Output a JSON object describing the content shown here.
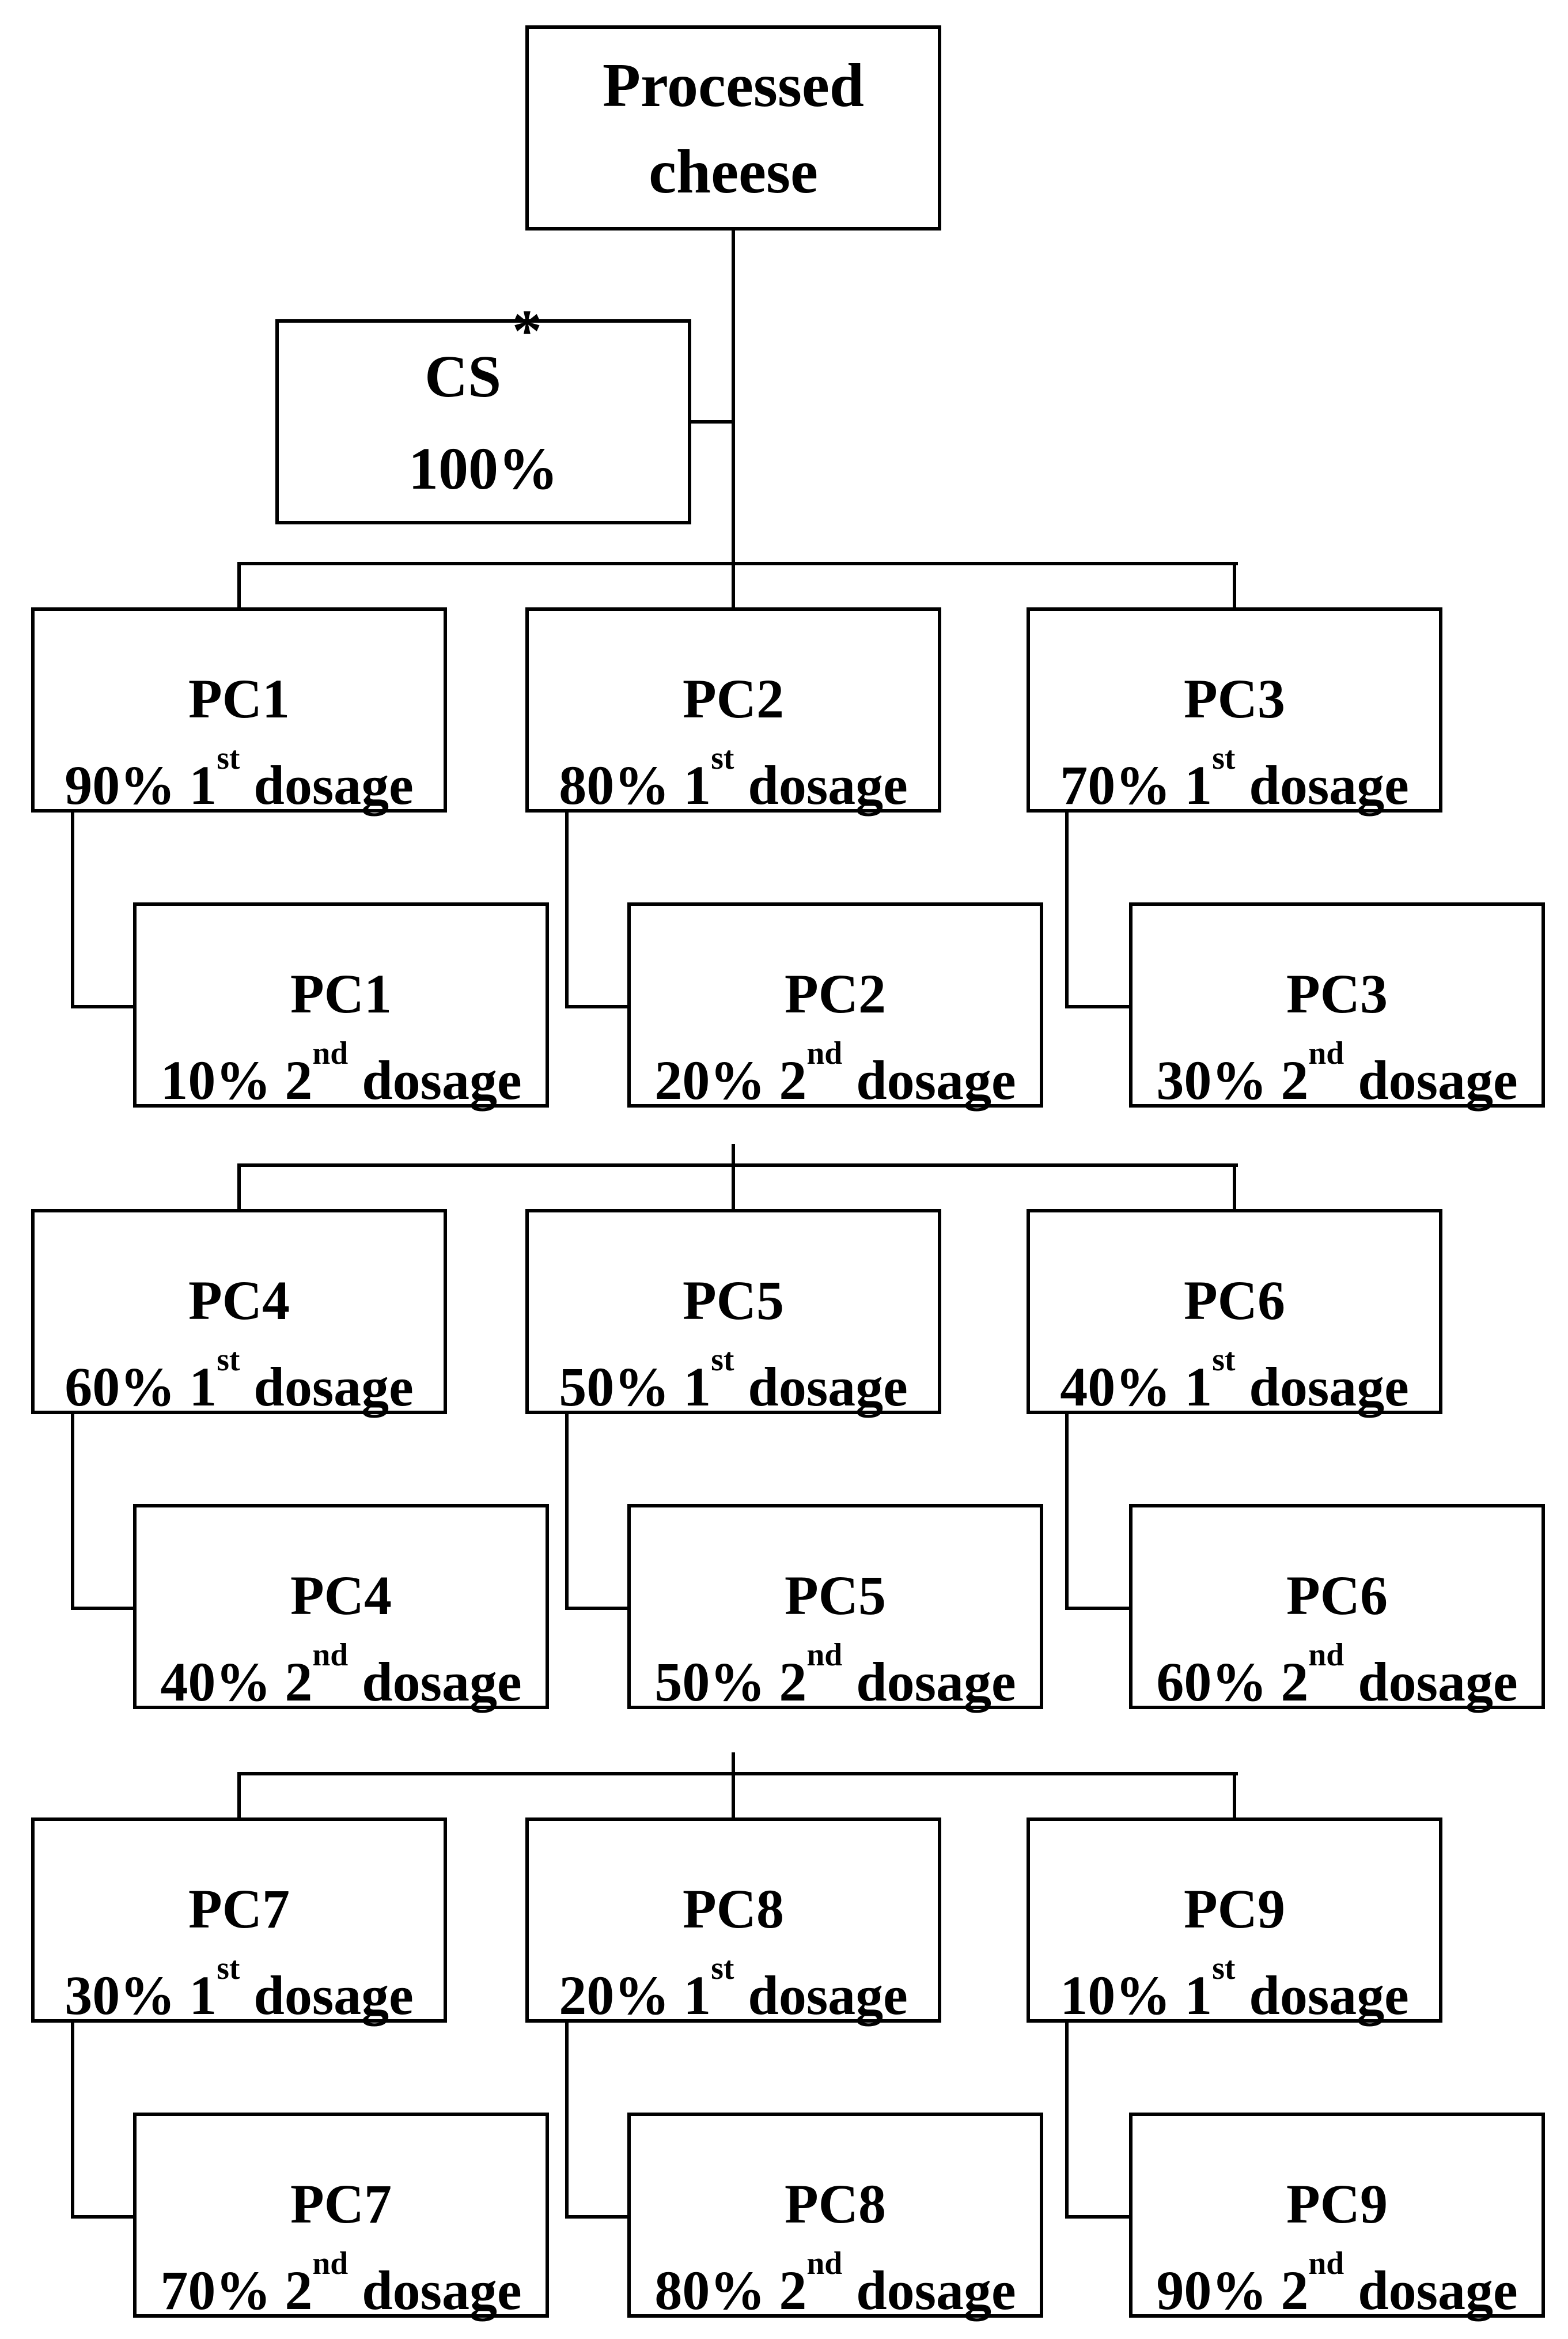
{
  "diagram_title_box": {
    "line1": "Processed",
    "line2": "cheese"
  },
  "cs_box": {
    "label": "CS",
    "asterisk": "*",
    "value": "100%"
  },
  "colors": {
    "line": "#000000",
    "background": "#ffffff",
    "text": "#000000"
  },
  "pc_boxes": [
    {
      "id": "PC1",
      "first": {
        "prefix": "90% 1",
        "sup": "st",
        "suffix": " dosage"
      },
      "second": {
        "prefix": "10% 2",
        "sup": "nd",
        "suffix": " dosage"
      }
    },
    {
      "id": "PC2",
      "first": {
        "prefix": "80% 1",
        "sup": "st",
        "suffix": " dosage"
      },
      "second": {
        "prefix": "20% 2",
        "sup": "nd",
        "suffix": " dosage"
      }
    },
    {
      "id": "PC3",
      "first": {
        "prefix": "70% 1",
        "sup": "st",
        "suffix": " dosage"
      },
      "second": {
        "prefix": "30% 2",
        "sup": "nd",
        "suffix": " dosage"
      }
    },
    {
      "id": "PC4",
      "first": {
        "prefix": "60% 1",
        "sup": "st",
        "suffix": " dosage"
      },
      "second": {
        "prefix": "40% 2",
        "sup": "nd",
        "suffix": " dosage"
      }
    },
    {
      "id": "PC5",
      "first": {
        "prefix": "50% 1",
        "sup": "st",
        "suffix": " dosage"
      },
      "second": {
        "prefix": "50% 2",
        "sup": "nd",
        "suffix": " dosage"
      }
    },
    {
      "id": "PC6",
      "first": {
        "prefix": "40% 1",
        "sup": "st",
        "suffix": " dosage"
      },
      "second": {
        "prefix": "60% 2",
        "sup": "nd",
        "suffix": " dosage"
      }
    },
    {
      "id": "PC7",
      "first": {
        "prefix": "30% 1",
        "sup": "st",
        "suffix": " dosage"
      },
      "second": {
        "prefix": "70% 2",
        "sup": "nd",
        "suffix": " dosage"
      }
    },
    {
      "id": "PC8",
      "first": {
        "prefix": "20% 1",
        "sup": "st",
        "suffix": " dosage"
      },
      "second": {
        "prefix": "80% 2",
        "sup": "nd",
        "suffix": " dosage"
      }
    },
    {
      "id": "PC9",
      "first": {
        "prefix": "10% 1",
        "sup": "st",
        "suffix": " dosage"
      },
      "second": {
        "prefix": "90% 2",
        "sup": "nd",
        "suffix": " dosage"
      }
    }
  ]
}
